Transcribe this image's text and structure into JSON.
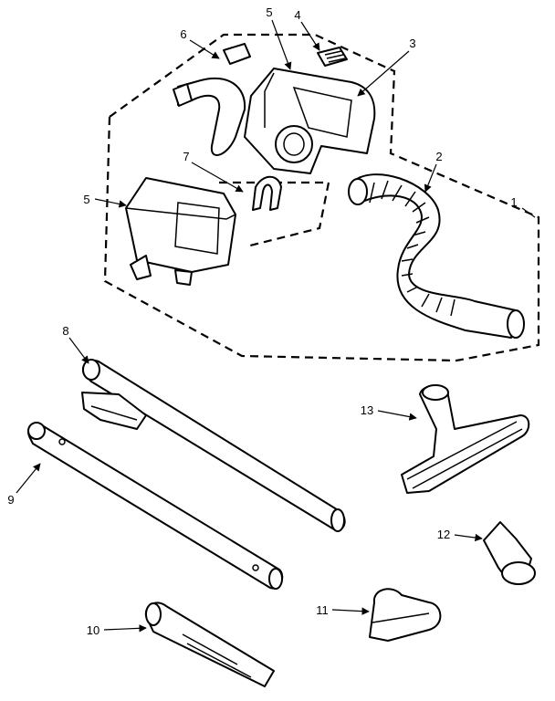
{
  "callouts": {
    "c1": "1",
    "c2": "2",
    "c3": "3",
    "c4": "4",
    "c5_top": "5",
    "c5_left": "5",
    "c6": "6",
    "c7": "7",
    "c8": "8",
    "c9": "9",
    "c10": "10",
    "c11": "11",
    "c12": "12",
    "c13": "13"
  }
}
